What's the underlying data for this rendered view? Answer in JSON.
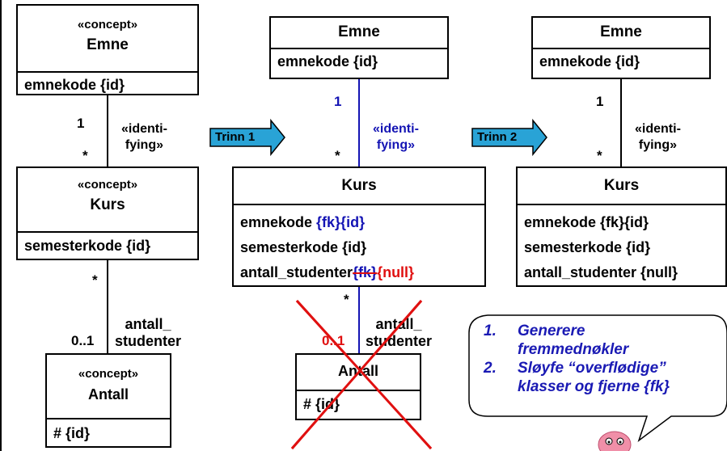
{
  "left": {
    "emne": {
      "stereotype": "«concept»",
      "name": "Emne",
      "attr": "emnekode {id}"
    },
    "kurs": {
      "stereotype": "«concept»",
      "name": "Kurs",
      "attr": "semesterkode {id}"
    },
    "antall": {
      "stereotype": "«concept»",
      "name": "Antall",
      "attr": "# {id}"
    },
    "assoc1": {
      "mult_top": "1",
      "mult_bottom": "*",
      "label_line1": "«identi-",
      "label_line2": "fying»"
    },
    "assoc2": {
      "mult_top": "*",
      "mult_bottom": "0..1",
      "label_line1": "antall_",
      "label_line2": "studenter"
    }
  },
  "step1": {
    "label": "Trinn 1"
  },
  "middle": {
    "emne": {
      "name": "Emne",
      "attr": "emnekode {id}"
    },
    "kurs": {
      "name": "Kurs",
      "attr1_prefix": "emnekode ",
      "attr1_fk": "{fk}{id}",
      "attr2": "semesterkode {id}",
      "attr3_prefix": "antall_studenter",
      "attr3_fk": "{fk}",
      "attr3_null": "{null}"
    },
    "antall": {
      "name": "Antall",
      "attr": "# {id}"
    },
    "assoc1": {
      "mult_top": "1",
      "mult_bottom": "*",
      "label_line1": "«identi-",
      "label_line2": "fying»"
    },
    "assoc2": {
      "mult_top": "*",
      "mult_bottom": "0..1",
      "label_line1": "antall_",
      "label_line2": "studenter"
    }
  },
  "step2": {
    "label": "Trinn 2"
  },
  "right": {
    "emne": {
      "name": "Emne",
      "attr": "emnekode {id}"
    },
    "kurs": {
      "name": "Kurs",
      "attr1": "emnekode {fk}{id}",
      "attr2": "semesterkode {id}",
      "attr3": "antall_studenter {null}"
    },
    "assoc1": {
      "mult_top": "1",
      "mult_bottom": "*",
      "label_line1": "«identi-",
      "label_line2": "fying»"
    }
  },
  "callout": {
    "items": [
      {
        "num": "1.",
        "line1": "Generere",
        "line2": "fremmednøkler"
      },
      {
        "num": "2.",
        "line1": "Sløyfe “overflødige”",
        "line2": "klasser og fjerne {fk}"
      }
    ]
  },
  "colors": {
    "blue": "#1414b4",
    "red": "#e01010",
    "arrow": "#29a3d6"
  }
}
